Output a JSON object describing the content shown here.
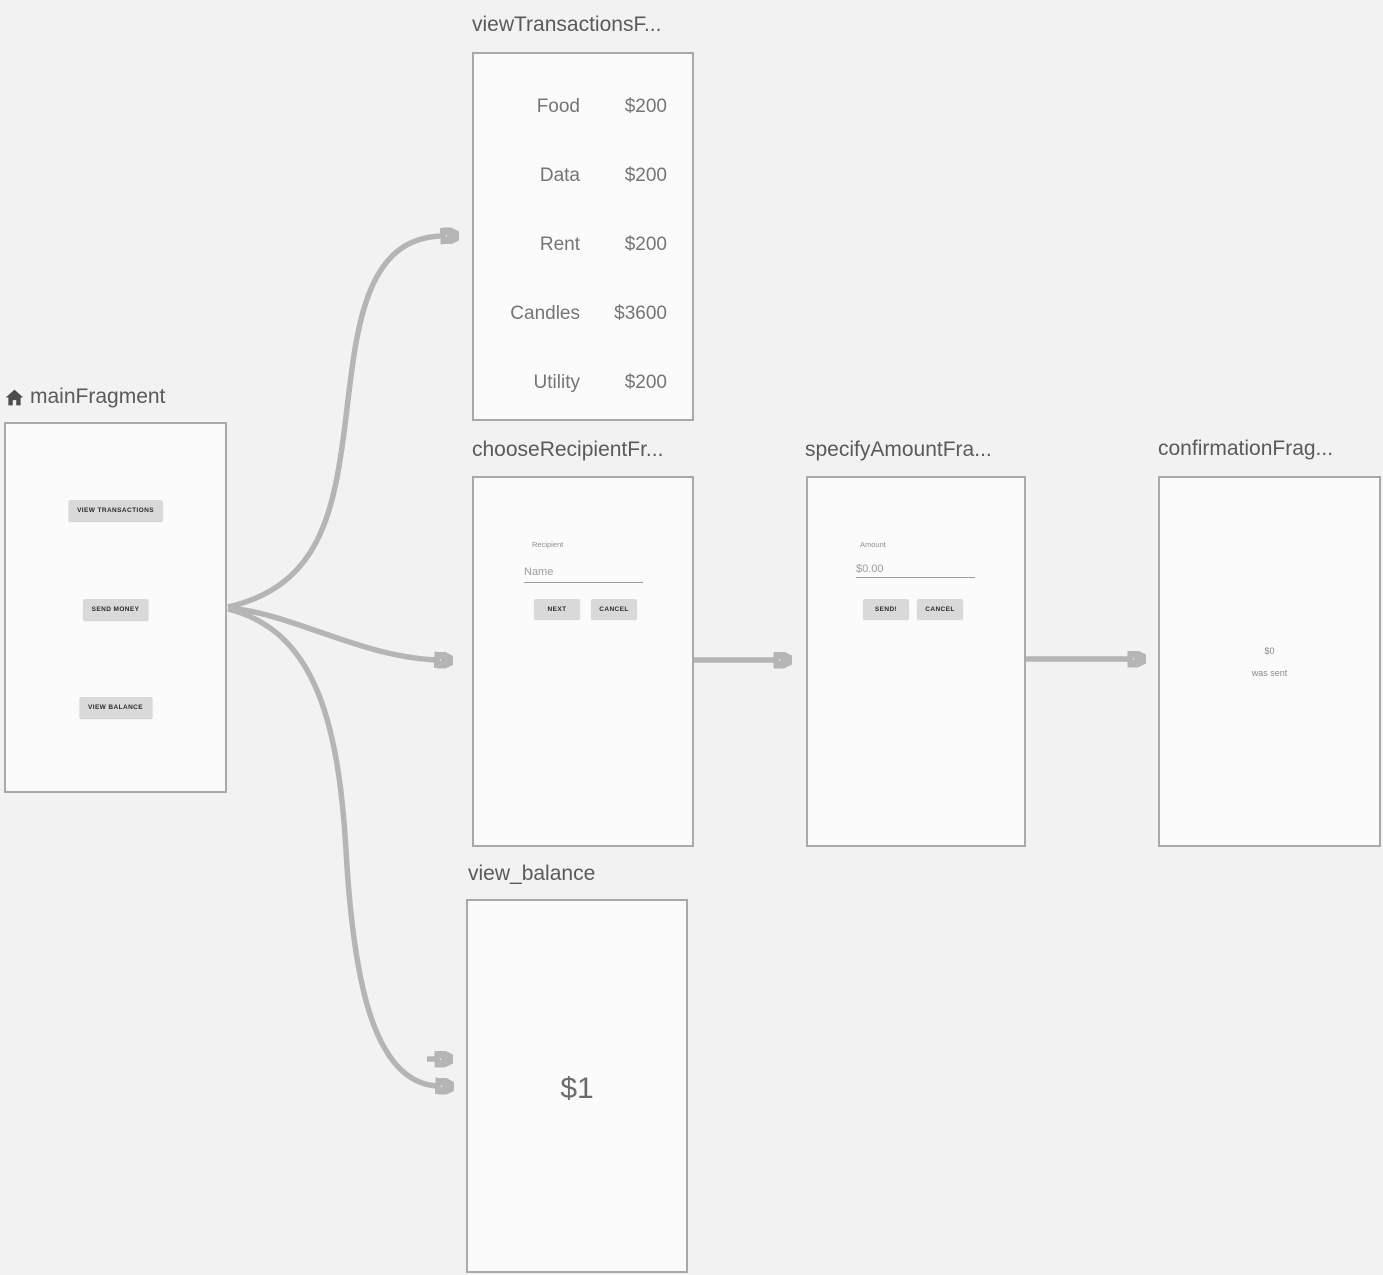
{
  "colors": {
    "background": "#f2f2f2",
    "card_fill": "#fbfbfb",
    "card_border": "#a9a9a9",
    "arrow": "#b5b5b5",
    "title_text": "#5a5a5a",
    "row_text": "#757575",
    "button_fill": "#d9d9d9"
  },
  "nodes": {
    "main": {
      "title": "mainFragment",
      "icon": "home-icon",
      "buttons": {
        "view_transactions": "VIEW TRANSACTIONS",
        "send_money": "SEND MONEY",
        "view_balance": "VIEW BALANCE"
      }
    },
    "view_transactions": {
      "title": "viewTransactionsF...",
      "rows": [
        {
          "label": "Food",
          "amount": "$200"
        },
        {
          "label": "Data",
          "amount": "$200"
        },
        {
          "label": "Rent",
          "amount": "$200"
        },
        {
          "label": "Candles",
          "amount": "$3600"
        },
        {
          "label": "Utility",
          "amount": "$200"
        }
      ]
    },
    "choose_recipient": {
      "title": "chooseRecipientFr...",
      "field_label": "Recipient",
      "field_value": "Name",
      "next": "NEXT",
      "cancel": "CANCEL"
    },
    "specify_amount": {
      "title": "specifyAmountFra...",
      "field_label": "Amount",
      "field_value": "$0.00",
      "send": "SEND!",
      "cancel": "CANCEL"
    },
    "confirmation": {
      "title": "confirmationFrag...",
      "amount": "$0",
      "message": "was sent"
    },
    "view_balance": {
      "title": "view_balance",
      "balance": "$1"
    }
  }
}
